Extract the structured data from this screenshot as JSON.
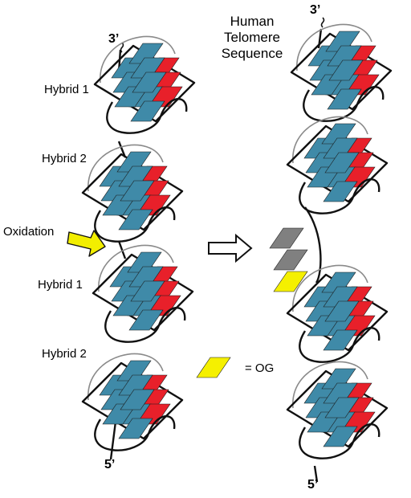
{
  "title_lines": [
    "Human",
    "Telomere",
    "Sequence"
  ],
  "left_labels": {
    "end_top": "3’",
    "end_bottom": "5’",
    "hybrids": [
      "Hybrid 1",
      "Hybrid 2",
      "Hybrid 1",
      "Hybrid 2"
    ],
    "oxidation": "Oxidation"
  },
  "right_labels": {
    "end_top": "3’",
    "end_bottom": "5’"
  },
  "legend": {
    "og_label": "= OG"
  },
  "colors": {
    "tetrad_blue": "#3f8aa8",
    "tetrad_red": "#e8202a",
    "cation": "#e070d0",
    "og_yellow": "#f5f000",
    "lesion_gray": "#808080",
    "oxidation_arrow": "#f2ee00"
  }
}
